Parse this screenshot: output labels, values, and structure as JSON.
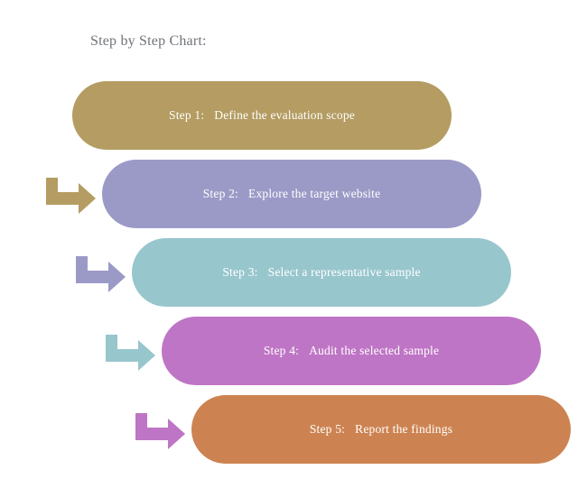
{
  "title": "Step by Step Chart:",
  "title_color": "#6f737a",
  "background_color": "#ffffff",
  "step_text_color": "#ffffff",
  "steps": [
    {
      "label": "Step 1:",
      "text": "Define the evaluation scope",
      "color": "#b49c62"
    },
    {
      "label": "Step 2:",
      "text": "Explore the target website",
      "color": "#9b9ac7"
    },
    {
      "label": "Step 3:",
      "text": "Select a representative sample",
      "color": "#98c6cd"
    },
    {
      "label": "Step 4:",
      "text": "Audit the selected sample",
      "color": "#bf75c5"
    },
    {
      "label": "Step 5:",
      "text": "Report the findings",
      "color": "#cd8351"
    }
  ]
}
